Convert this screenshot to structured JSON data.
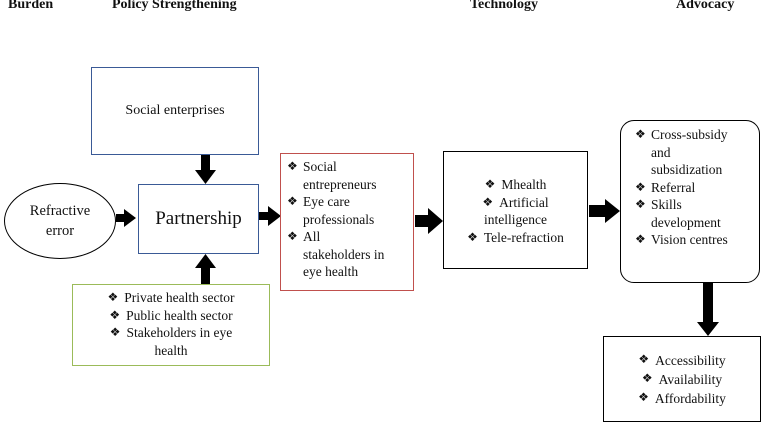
{
  "headers": {
    "burden": "Burden",
    "policy": "Policy Strengthening",
    "technology": "Technology",
    "advocacy": "Advocacy"
  },
  "nodes": {
    "social_enterprises": "Social enterprises",
    "partnership": "Partnership",
    "refractive_error": [
      "Refractive",
      "error"
    ]
  },
  "bullet_glyph": "❖",
  "lists": {
    "sectors": [
      "Private health sector",
      "Public health sector",
      "Stakeholders in eye",
      "health"
    ],
    "actors": [
      "Social",
      "entrepreneurs",
      "Eye care",
      "professionals",
      "All",
      "stakeholders in",
      "eye health"
    ],
    "technology": [
      "Mhealth",
      "Artificial",
      "intelligence",
      "Tele-refraction"
    ],
    "advocacy": [
      "Cross-subsidy",
      "and",
      "subsidization",
      "Referral",
      "Skills",
      "development",
      "Vision centres"
    ],
    "outcomes": [
      "Accessibility",
      "Availability",
      "Affordability"
    ]
  },
  "colors": {
    "blue_border": "#3a5a96",
    "red_border": "#c0504d",
    "green_border": "#9bbb59",
    "black": "#000000"
  }
}
